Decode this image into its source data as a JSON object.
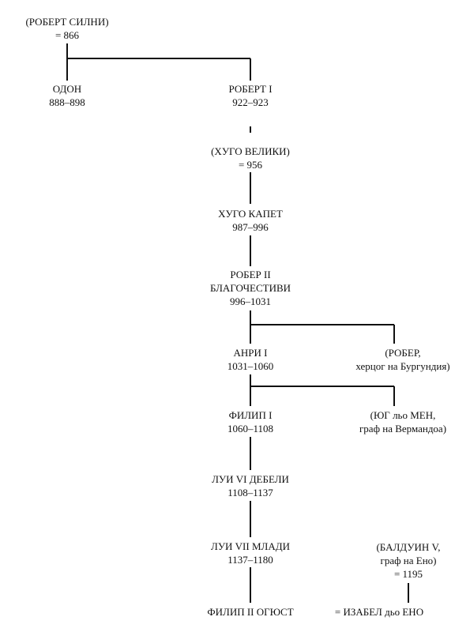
{
  "tree": {
    "robert_strong": {
      "name": "(РОБЕРТ СИЛНИ)",
      "dates": "= 866"
    },
    "odon": {
      "name": "ОДОН",
      "dates": "888–898"
    },
    "robert_i": {
      "name": "РОБЕРТ I",
      "dates": "922–923"
    },
    "hugo_great": {
      "name": "(ХУГО ВЕЛИКИ)",
      "dates": "= 956"
    },
    "hugo_capet": {
      "name": "ХУГО КАПЕТ",
      "dates": "987–996"
    },
    "robert_ii": {
      "name1": "РОБЕР II",
      "name2": "БЛАГОЧЕСТИВИ",
      "dates": "996–1031"
    },
    "henri_i": {
      "name": "АНРИ I",
      "dates": "1031–1060"
    },
    "rober_burgundy": {
      "name": "(РОБЕР,",
      "title": "херцог на Бургундия)"
    },
    "philip_i": {
      "name": "ФИЛИП I",
      "dates": "1060–1108"
    },
    "hugues_vermandois": {
      "name": "(ЮГ льо МЕН,",
      "title": "граф на Вермандоа)"
    },
    "louis_vi": {
      "name": "ЛУИ VI ДЕБЕЛИ",
      "dates": "1108–1137"
    },
    "louis_vii": {
      "name": "ЛУИ VII МЛАДИ",
      "dates": "1137–1180"
    },
    "baldwin_v": {
      "name": "(БАЛДУИН V,",
      "title": "граф на Ено)",
      "dates": "= 1195"
    },
    "philip_ii": {
      "name": "ФИЛИП II ОГЮСТ"
    },
    "isabelle": {
      "name": "= ИЗАБЕЛ дьо ЕНО"
    }
  }
}
